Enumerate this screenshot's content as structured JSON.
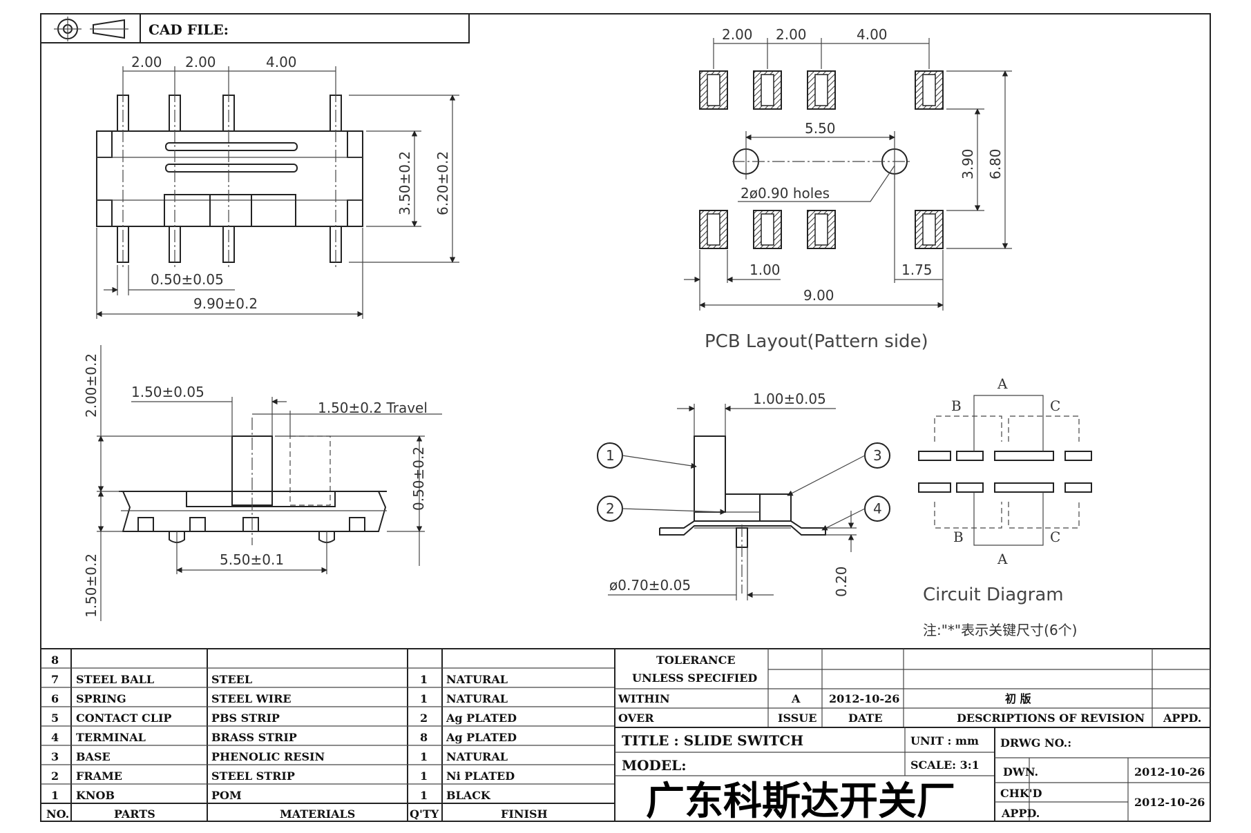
{
  "header": {
    "cad_file_label": "CAD FILE:"
  },
  "top_view": {
    "pitch_dims": [
      "2.00",
      "2.00",
      "4.00"
    ],
    "height_inner": "3.50±0.2",
    "height_outer": "6.20±0.2",
    "pin_width": "0.50±0.05",
    "body_width": "9.90±0.2"
  },
  "side_view": {
    "knob_height": "2.00±0.2",
    "knob_width": "1.50±0.05",
    "travel": "1.50±0.2 Travel",
    "knob_protrusion": "0.50±0.2",
    "base_height": "1.50±0.2",
    "post_spacing": "5.50±0.1"
  },
  "pcb_layout": {
    "pitch_dims": [
      "2.00",
      "2.00",
      "4.00"
    ],
    "hole_spacing": "5.50",
    "pad_inner": "3.90",
    "pad_outer": "6.80",
    "holes_note": "2ø0.90 holes",
    "pad_width": "1.00",
    "pad_length": "1.75",
    "total_width": "9.00",
    "caption": "PCB Layout(Pattern side)"
  },
  "section_view": {
    "knob_width": "1.00±0.05",
    "post_dia": "ø0.70±0.05",
    "thickness": "0.20",
    "callouts": [
      "1",
      "2",
      "3",
      "4"
    ]
  },
  "circuit": {
    "labels_top": [
      "A",
      "B",
      "C"
    ],
    "labels_bottom": [
      "B",
      "C",
      "A"
    ],
    "caption": "Circuit Diagram",
    "note": "注:\"*\"表示关键尺寸(6个)"
  },
  "bom": {
    "headers": [
      "NO.",
      "PARTS",
      "MATERIALS",
      "Q'TY",
      "FINISH"
    ],
    "rows": [
      {
        "no": "8",
        "part": "",
        "material": "",
        "qty": "",
        "finish": ""
      },
      {
        "no": "7",
        "part": "STEEL BALL",
        "material": "STEEL",
        "qty": "1",
        "finish": "NATURAL"
      },
      {
        "no": "6",
        "part": "SPRING",
        "material": "STEEL WIRE",
        "qty": "1",
        "finish": "NATURAL"
      },
      {
        "no": "5",
        "part": "CONTACT CLIP",
        "material": "PBS STRIP",
        "qty": "2",
        "finish": "Ag PLATED"
      },
      {
        "no": "4",
        "part": "TERMINAL",
        "material": "BRASS STRIP",
        "qty": "8",
        "finish": "Ag PLATED"
      },
      {
        "no": "3",
        "part": "BASE",
        "material": "PHENOLIC RESIN",
        "qty": "1",
        "finish": "NATURAL"
      },
      {
        "no": "2",
        "part": "FRAME",
        "material": "STEEL STRIP",
        "qty": "1",
        "finish": "Ni PLATED"
      },
      {
        "no": "1",
        "part": "KNOB",
        "material": "POM",
        "qty": "1",
        "finish": "BLACK"
      }
    ]
  },
  "title_block": {
    "tolerance": "TOLERANCE",
    "unless_specified": "UNLESS   SPECIFIED",
    "within": "WITHIN",
    "over": "OVER",
    "issue_value": "A",
    "date_value": "2012-10-26",
    "revision_desc": "初  版",
    "issue_label": "ISSUE",
    "date_label": "DATE",
    "descriptions_label": "DESCRIPTIONS OF REVISION",
    "appd_label": "APPD.",
    "title": "TITLE :  SLIDE SWITCH",
    "unit": "UNIT :   mm",
    "drwg_no": "DRWG NO.:",
    "model": "MODEL:",
    "scale": "SCALE:  3:1",
    "dwn_label": "DWN.",
    "dwn_date": "2012-10-26",
    "chkd_label": "CHK'D",
    "chkd_date": "2012-10-26",
    "appd2_label": "APPD.",
    "company": "广东科斯达开关厂"
  }
}
